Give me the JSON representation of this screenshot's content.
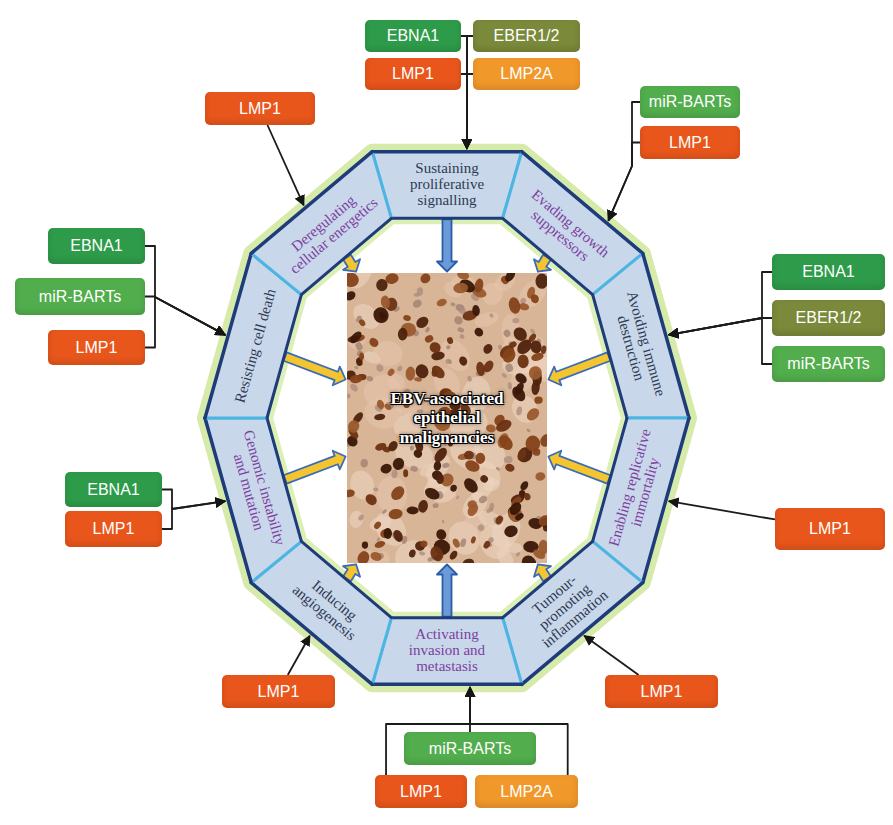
{
  "diagram": {
    "nodes": [
      {
        "text": [
          "EBNA1"
        ]
      },
      {
        "text": [
          "EBER1/2"
        ]
      },
      {
        "text": [
          "LMP1"
        ]
      },
      {
        "text": [
          "LMP2A"
        ]
      },
      {
        "text": [
          "miR-BARTs"
        ]
      },
      {
        "text": [
          "LMP1"
        ]
      },
      {
        "text": [
          "LMP1"
        ]
      },
      {
        "text": [
          "EBNA1"
        ]
      },
      {
        "text": [
          "EBNA1"
        ]
      },
      {
        "text": [
          "miR-BARTs"
        ]
      },
      {
        "text": [
          "EBER1/2"
        ]
      },
      {
        "text": [
          "LMP1"
        ]
      },
      {
        "text": [
          "miR-BARTs"
        ]
      },
      {
        "text": [
          "EBNA1"
        ]
      },
      {
        "text": [
          "LMP1"
        ]
      },
      {
        "text": [
          "LMP1"
        ]
      },
      {
        "text": [
          "LMP1"
        ]
      },
      {
        "text": [
          "LMP1"
        ]
      },
      {
        "text": [
          "miR-BARTs"
        ]
      },
      {
        "text": [
          "LMP1"
        ]
      },
      {
        "text": [
          "LMP2A"
        ]
      },
      {
        "text": [
          "Sustaining proliferative signalling"
        ]
      },
      {
        "text": [
          "Evading growth suppressors"
        ]
      },
      {
        "text": [
          "Avoiding immune destruction"
        ]
      },
      {
        "text": [
          "Enabling replicative immortality"
        ]
      },
      {
        "text": [
          "Tumour-promoting inflammation"
        ]
      },
      {
        "text": [
          "Activating invasion and metastasis"
        ]
      },
      {
        "text": [
          "Inducing angiogenesis"
        ]
      },
      {
        "text": [
          "Genomic instability and mutation"
        ]
      },
      {
        "text": [
          "Resisting cell death"
        ]
      },
      {
        "text": [
          "Deregulating cellular energetics"
        ]
      },
      {
        "text": [
          "EBV-associated epithelial malignancies"
        ]
      }
    ],
    "edges": [
      {
        "from": 0,
        "to": 21,
        "arrow": "to"
      },
      {
        "from": 1,
        "to": 21,
        "arrow": "to"
      },
      {
        "from": 2,
        "to": 21,
        "arrow": "to"
      },
      {
        "from": 3,
        "to": 21,
        "arrow": "to"
      },
      {
        "from": 4,
        "to": 22,
        "arrow": "to"
      },
      {
        "from": 6,
        "to": 22,
        "arrow": "to"
      },
      {
        "from": 8,
        "to": 23,
        "arrow": "to"
      },
      {
        "from": 10,
        "to": 23,
        "arrow": "to"
      },
      {
        "from": 12,
        "to": 23,
        "arrow": "to"
      },
      {
        "from": 14,
        "to": 24,
        "arrow": "to"
      },
      {
        "from": 17,
        "to": 25,
        "arrow": "to"
      },
      {
        "from": 18,
        "to": 26,
        "arrow": "to"
      },
      {
        "from": 19,
        "to": 26,
        "arrow": "to"
      },
      {
        "from": 20,
        "to": 26,
        "arrow": "to"
      },
      {
        "from": 16,
        "to": 27,
        "arrow": "to"
      },
      {
        "from": 13,
        "to": 28,
        "arrow": "to"
      },
      {
        "from": 15,
        "to": 28,
        "arrow": "to"
      },
      {
        "from": 7,
        "to": 29,
        "arrow": "to"
      },
      {
        "from": 9,
        "to": 29,
        "arrow": "to"
      },
      {
        "from": 11,
        "to": 29,
        "arrow": "to"
      },
      {
        "from": 5,
        "to": 30,
        "arrow": "to"
      },
      {
        "from": 21,
        "to": 31,
        "arrow": "to"
      },
      {
        "from": 22,
        "to": 31,
        "arrow": "to"
      },
      {
        "from": 23,
        "to": 31,
        "arrow": "to"
      },
      {
        "from": 24,
        "to": 31,
        "arrow": "to"
      },
      {
        "from": 25,
        "to": 31,
        "arrow": "to"
      },
      {
        "from": 26,
        "to": 31,
        "arrow": "to"
      },
      {
        "from": 27,
        "to": 31,
        "arrow": "to"
      },
      {
        "from": 28,
        "to": 31,
        "arrow": "to"
      },
      {
        "from": 29,
        "to": 31,
        "arrow": "to"
      },
      {
        "from": 30,
        "to": 31,
        "arrow": "to"
      }
    ]
  }
}
